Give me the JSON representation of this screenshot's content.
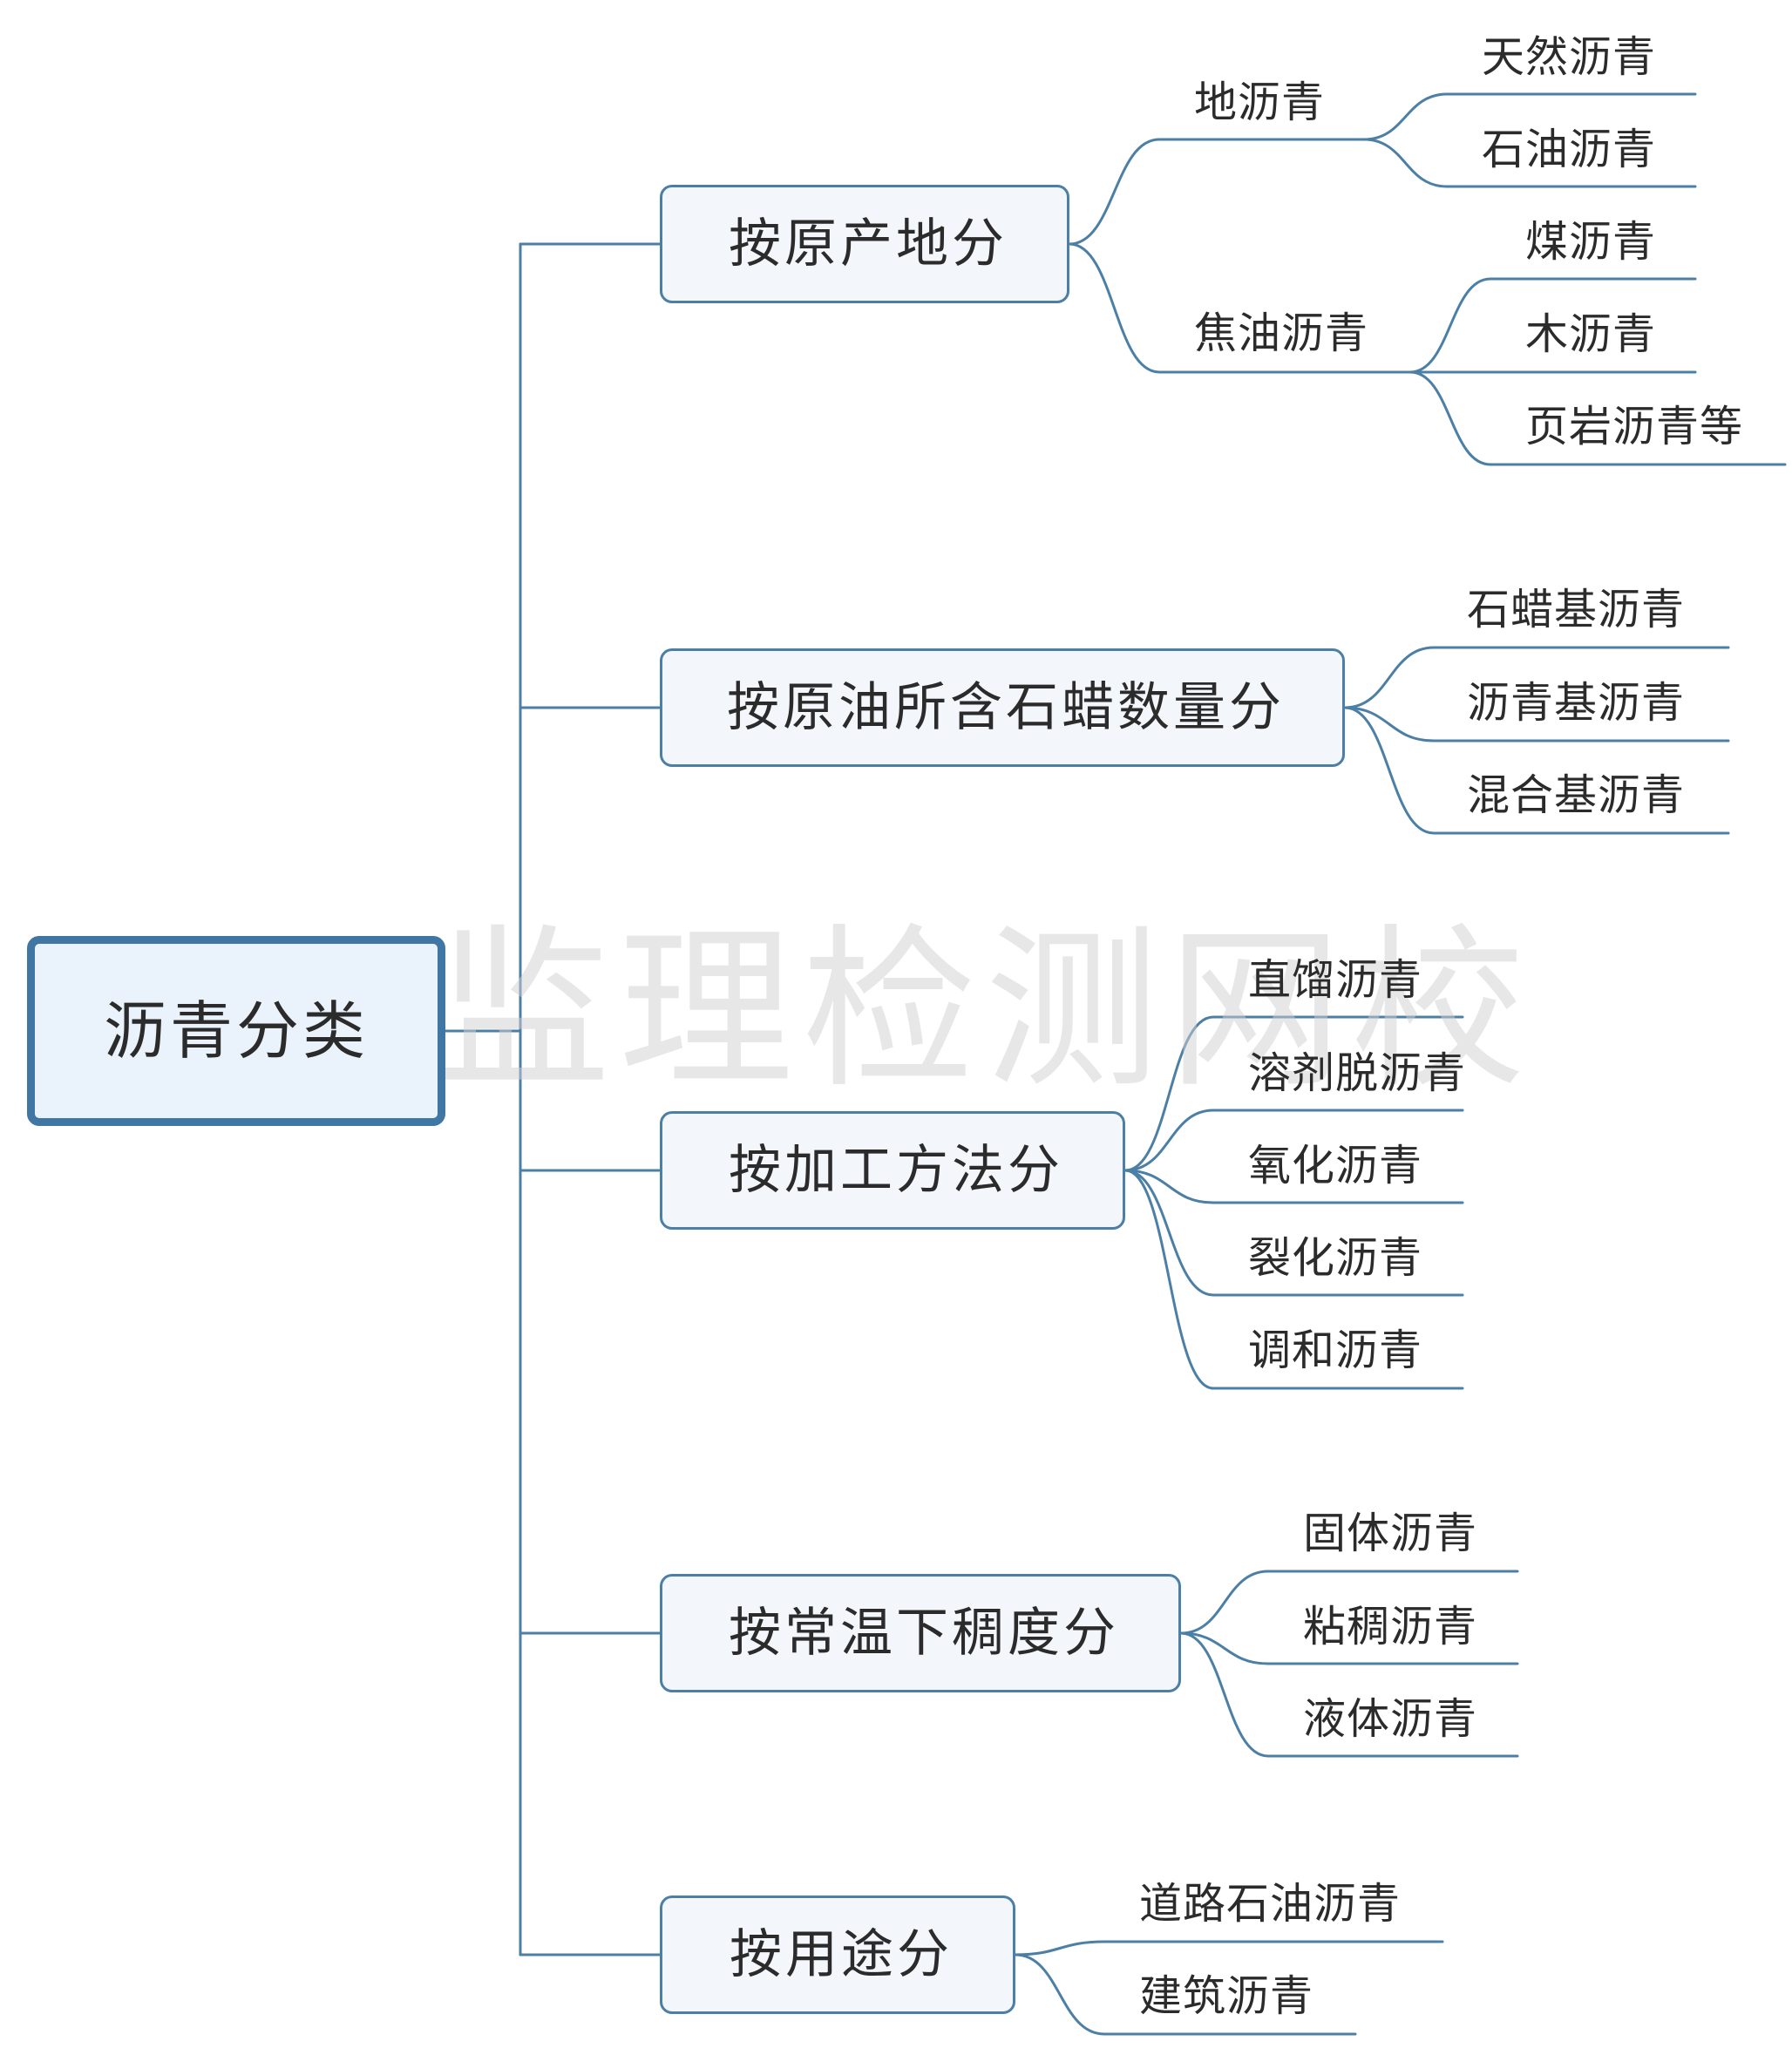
{
  "watermark": "监理检测网校",
  "root": "沥青分类",
  "branches": [
    {
      "label": "按原产地分",
      "children": [
        {
          "label": "地沥青",
          "children": [
            "天然沥青",
            "石油沥青"
          ]
        },
        {
          "label": "焦油沥青",
          "children": [
            "煤沥青",
            "木沥青",
            "页岩沥青等"
          ]
        }
      ]
    },
    {
      "label": "按原油所含石蜡数量分",
      "children": [
        "石蜡基沥青",
        "沥青基沥青",
        "混合基沥青"
      ]
    },
    {
      "label": "按加工方法分",
      "children": [
        "直馏沥青",
        "溶剂脱沥青",
        "氧化沥青",
        "裂化沥青",
        "调和沥青"
      ]
    },
    {
      "label": "按常温下稠度分",
      "children": [
        "固体沥青",
        "粘稠沥青",
        "液体沥青"
      ]
    },
    {
      "label": "按用途分",
      "children": [
        "道路石油沥青",
        "建筑沥青"
      ]
    }
  ],
  "colors": {
    "line": "#4c7fa5",
    "node_border": "#4c7fa5",
    "node_fill": "#f3f7fc",
    "root_border": "#3f76a4",
    "root_fill": "#eaf2fb",
    "text": "#2b2b2b"
  }
}
